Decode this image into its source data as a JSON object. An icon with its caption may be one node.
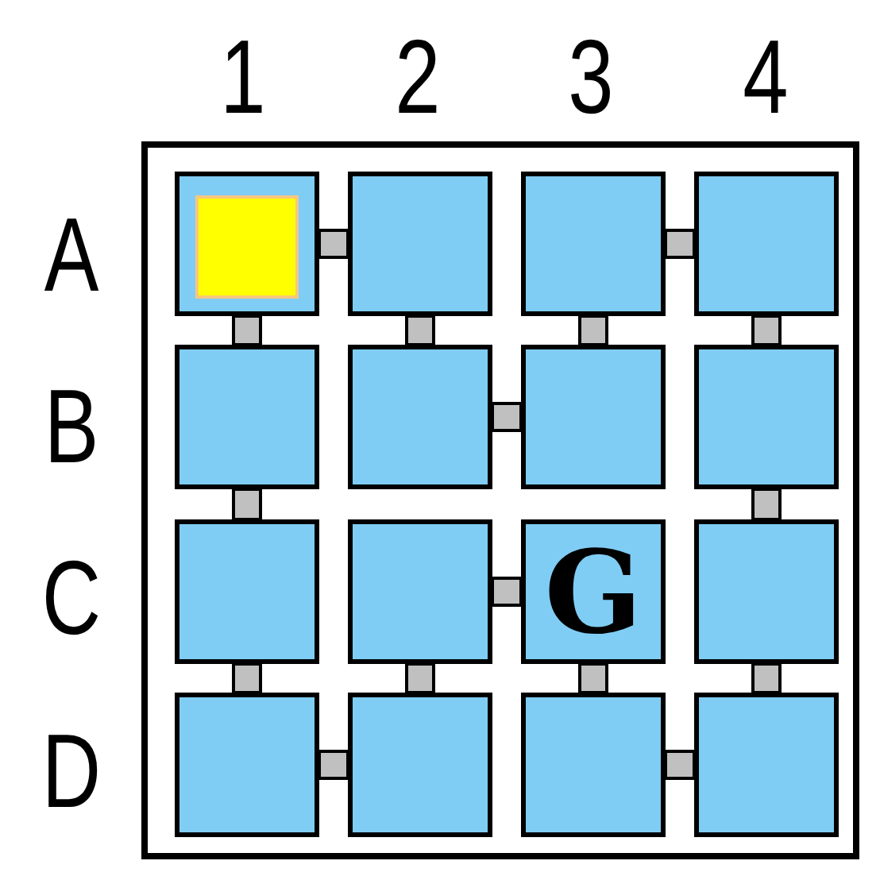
{
  "diagram": {
    "nodes": [
      {
        "text": [],
        "shape": "box"
      },
      {
        "text": [],
        "shape": "box",
        "in": 0
      },
      {
        "text": [],
        "shape": "box",
        "in": 0
      },
      {
        "text": [],
        "shape": "box",
        "in": 0
      },
      {
        "text": [],
        "shape": "box",
        "in": 0
      },
      {
        "text": [],
        "shape": "box",
        "in": 0
      },
      {
        "text": [],
        "shape": "box",
        "in": 0
      },
      {
        "text": [],
        "shape": "box",
        "in": 0
      },
      {
        "text": [],
        "shape": "box",
        "in": 0
      },
      {
        "text": [],
        "shape": "box",
        "in": 0
      },
      {
        "text": [],
        "shape": "box",
        "in": 0
      },
      {
        "text": [
          "G"
        ],
        "in": 0
      },
      {
        "text": [],
        "shape": "box",
        "in": 0
      },
      {
        "text": [],
        "shape": "box",
        "in": 0
      },
      {
        "text": [],
        "shape": "box",
        "in": 0
      },
      {
        "text": [],
        "shape": "box",
        "in": 0
      },
      {
        "text": [],
        "shape": "box",
        "in": 0
      },
      {
        "text": [],
        "shape": "box",
        "in": 1
      }
    ],
    "edges": [
      {
        "from": 1,
        "to": 2,
        "arrow": "none"
      },
      {
        "from": 3,
        "to": 4,
        "arrow": "none"
      },
      {
        "from": 1,
        "to": 5,
        "arrow": "none"
      },
      {
        "from": 2,
        "to": 6,
        "arrow": "none"
      },
      {
        "from": 3,
        "to": 7,
        "arrow": "none"
      },
      {
        "from": 4,
        "to": 8,
        "arrow": "none"
      },
      {
        "from": 6,
        "to": 7,
        "arrow": "none"
      },
      {
        "from": 5,
        "to": 9,
        "arrow": "none"
      },
      {
        "from": 8,
        "to": 12,
        "arrow": "none"
      },
      {
        "from": 10,
        "to": 11,
        "arrow": "none"
      },
      {
        "from": 9,
        "to": 13,
        "arrow": "none"
      },
      {
        "from": 10,
        "to": 14,
        "arrow": "none"
      },
      {
        "from": 11,
        "to": 15,
        "arrow": "none"
      },
      {
        "from": 12,
        "to": 16,
        "arrow": "none"
      },
      {
        "from": 13,
        "to": 14,
        "arrow": "none"
      },
      {
        "from": 15,
        "to": 16,
        "arrow": "none"
      }
    ],
    "labels": [
      "1",
      "2",
      "3",
      "4",
      "A",
      "B",
      "C",
      "D"
    ]
  }
}
